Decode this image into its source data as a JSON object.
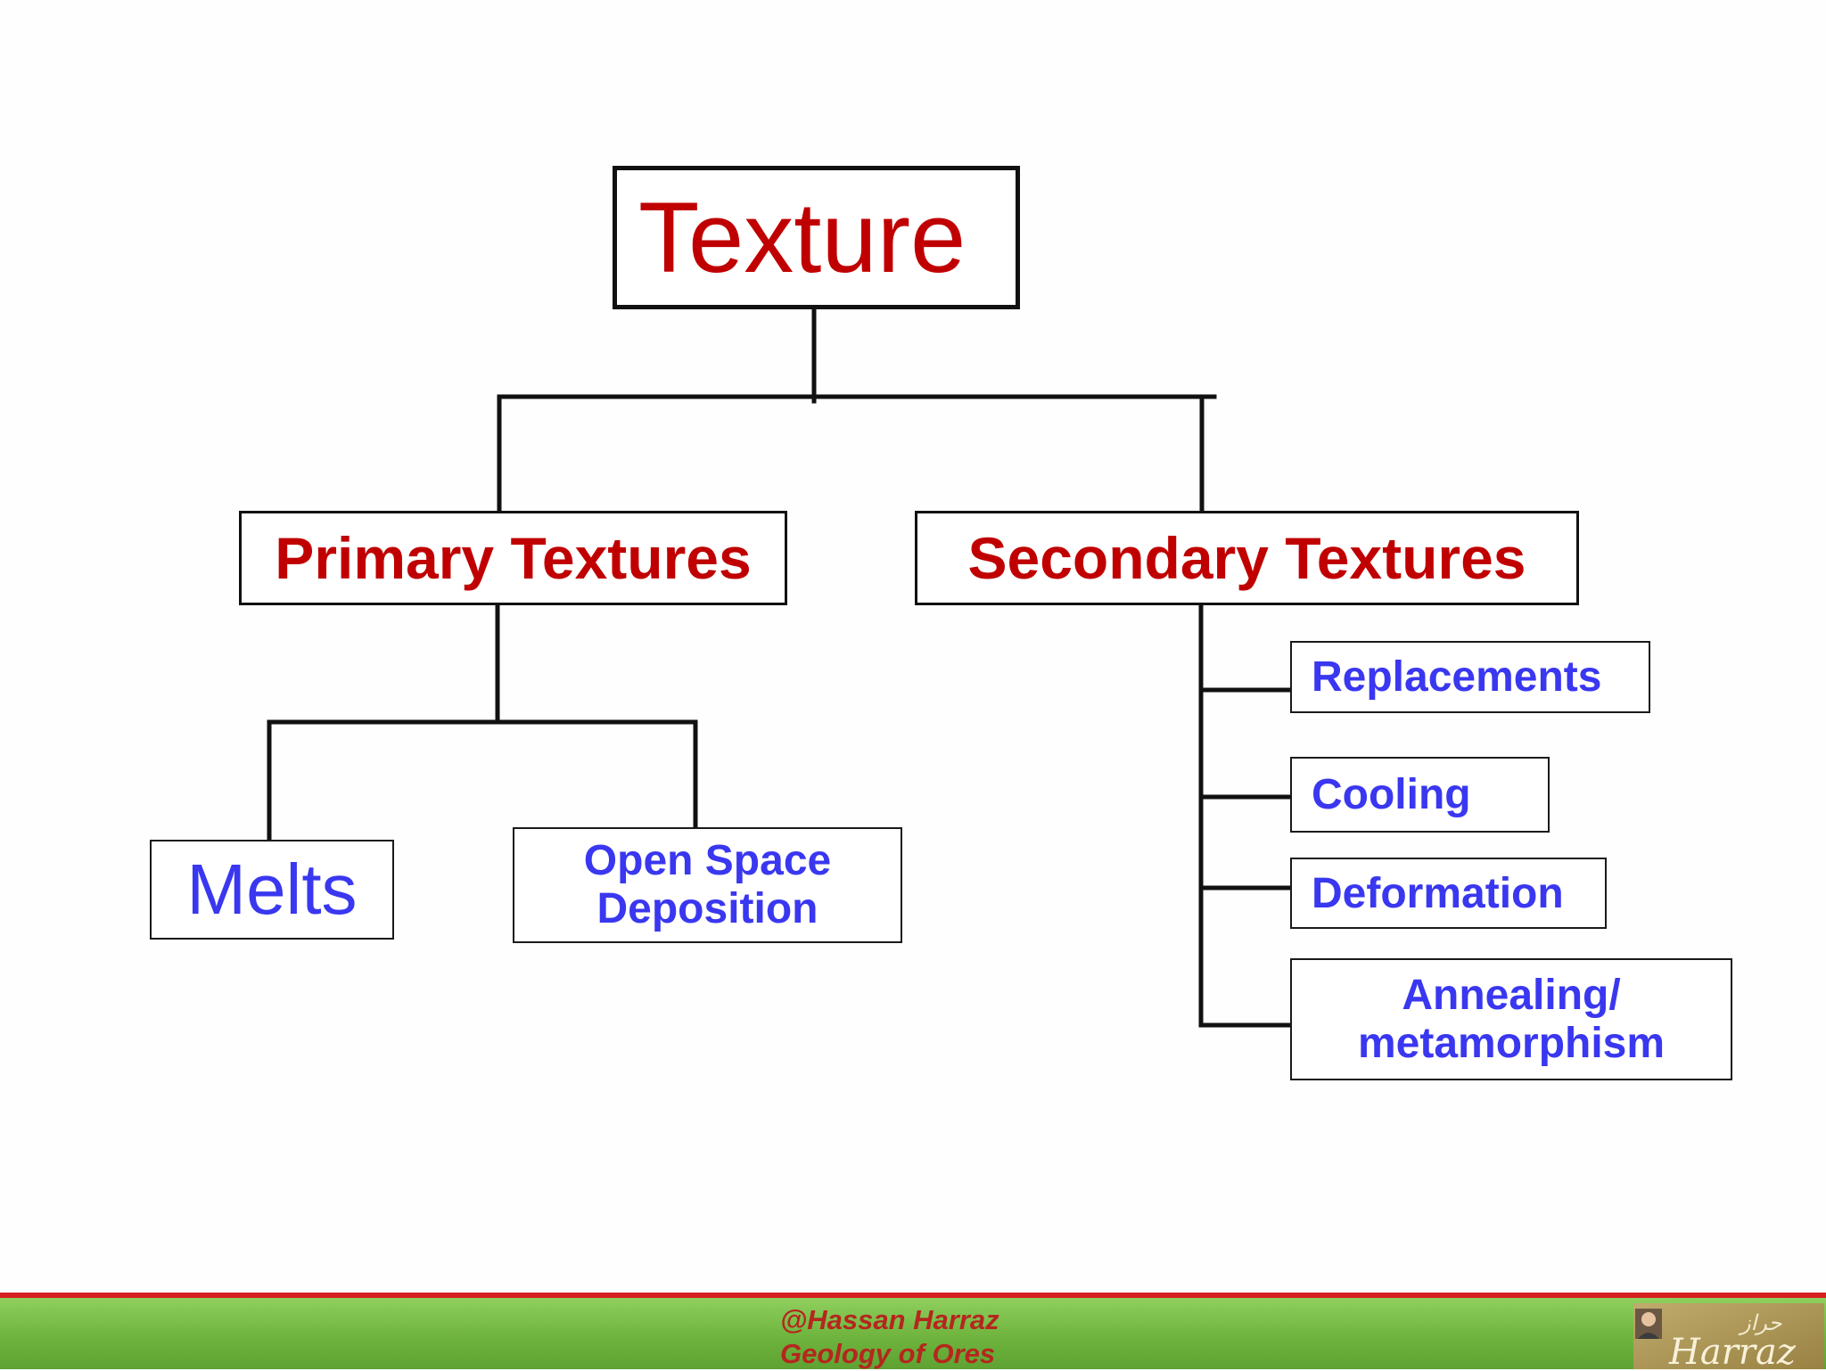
{
  "diagram": {
    "root": "Texture",
    "primary": "Primary Textures",
    "secondary": "Secondary Textures",
    "primary_children": [
      "Melts",
      "Open Space\nDeposition"
    ],
    "secondary_children": [
      "Replacements",
      "Cooling",
      "Deformation",
      "Annealing/\nmetamorphism"
    ]
  },
  "footer": {
    "line1": "@Hassan Harraz",
    "line2": "Geology of Ores",
    "logo_text": "Harraz",
    "logo_arabic": "حراز"
  },
  "colors": {
    "heading_red": "#c00000",
    "leaf_blue": "#3a37f0",
    "footer_green": "#6fb43e",
    "footer_red": "#d62020"
  }
}
